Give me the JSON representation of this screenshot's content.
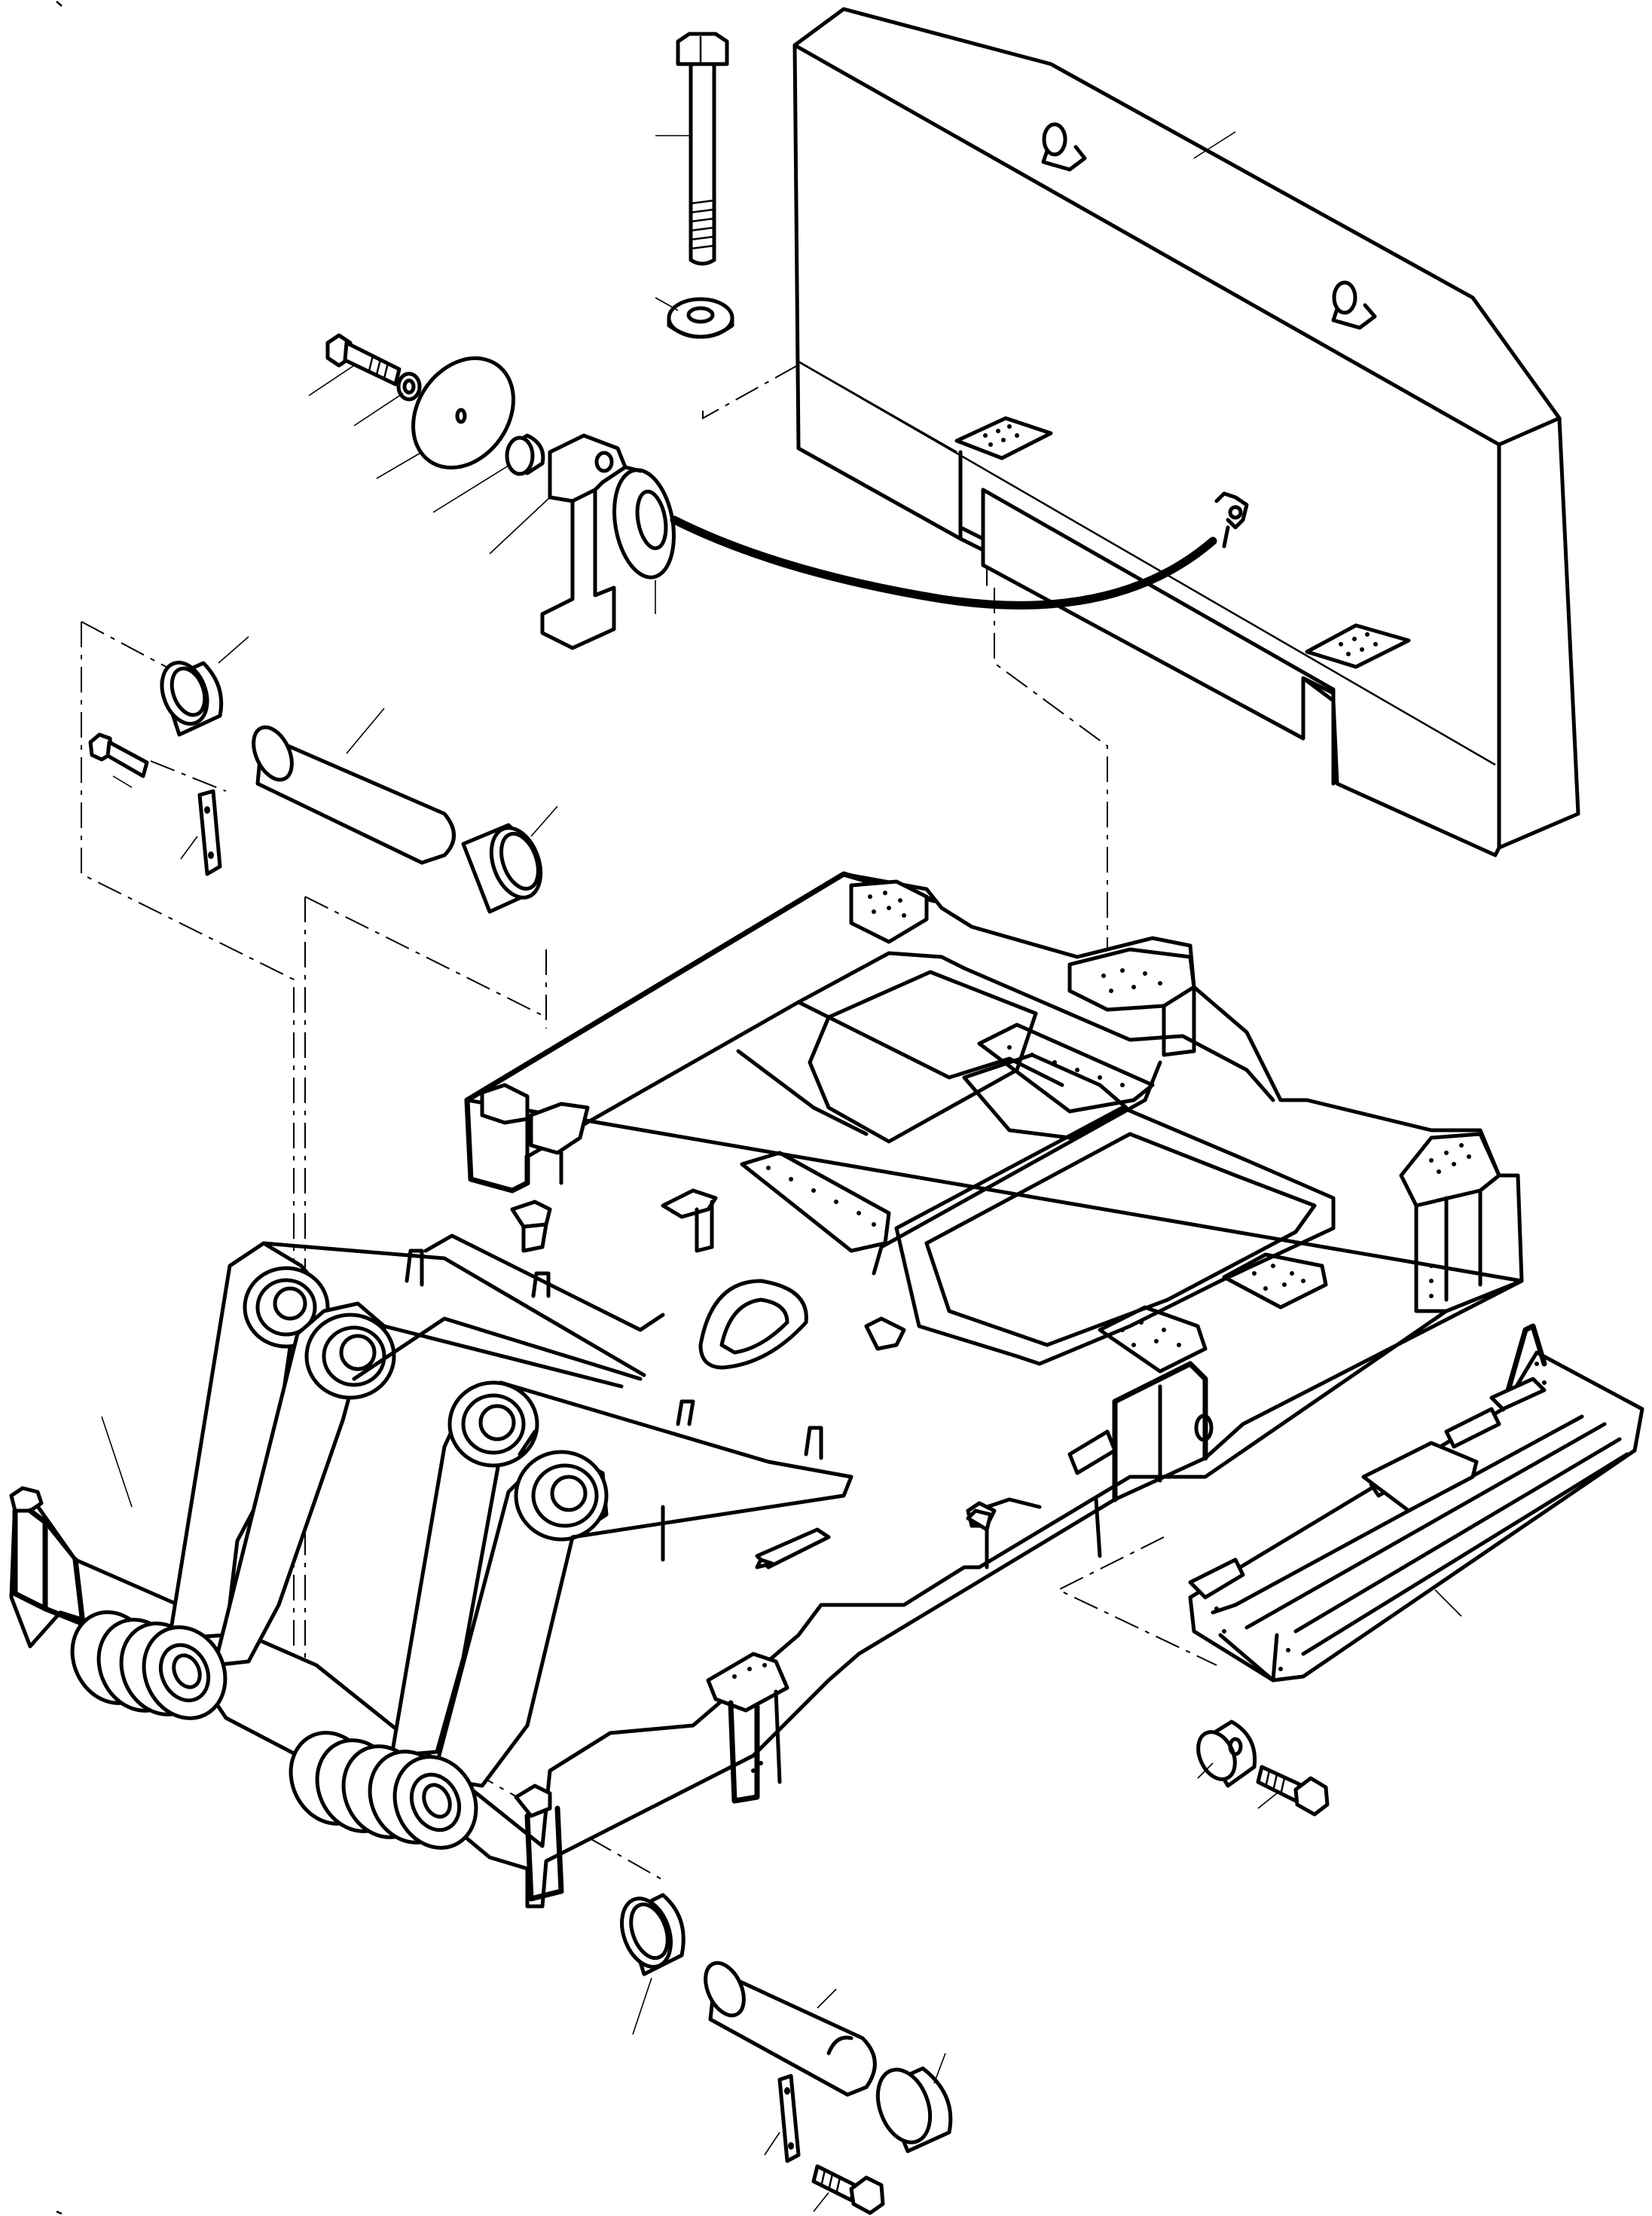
{
  "diagram": {
    "background": "#ffffff",
    "line_color": "#000000",
    "parts": [
      {
        "id": "counterweight",
        "kind": "counterweight-block"
      },
      {
        "id": "hex-bolt-long",
        "kind": "bolt"
      },
      {
        "id": "flat-washer",
        "kind": "washer"
      },
      {
        "id": "hex-bolt-small",
        "kind": "bolt"
      },
      {
        "id": "lock-washer",
        "kind": "washer"
      },
      {
        "id": "cover-disc",
        "kind": "disc"
      },
      {
        "id": "spacer-bushing",
        "kind": "bushing"
      },
      {
        "id": "lifting-bracket",
        "kind": "bracket"
      },
      {
        "id": "retaining-cable",
        "kind": "cable"
      },
      {
        "id": "upper-bushing-left",
        "kind": "bushing"
      },
      {
        "id": "upper-pin",
        "kind": "pin"
      },
      {
        "id": "upper-bushing-right",
        "kind": "bushing"
      },
      {
        "id": "upper-retaining-bolt",
        "kind": "bolt"
      },
      {
        "id": "upper-retaining-plate",
        "kind": "plate"
      },
      {
        "id": "revolving-frame",
        "kind": "frame"
      },
      {
        "id": "side-rail-assembly",
        "kind": "rail"
      },
      {
        "id": "rail-spacer",
        "kind": "bushing"
      },
      {
        "id": "rail-bolt",
        "kind": "bolt"
      },
      {
        "id": "lower-bushing-left",
        "kind": "bushing"
      },
      {
        "id": "lower-pin",
        "kind": "pin"
      },
      {
        "id": "lower-bushing-right",
        "kind": "bushing"
      },
      {
        "id": "lower-retaining-plate",
        "kind": "plate"
      },
      {
        "id": "lower-retaining-bolt",
        "kind": "bolt"
      }
    ]
  }
}
